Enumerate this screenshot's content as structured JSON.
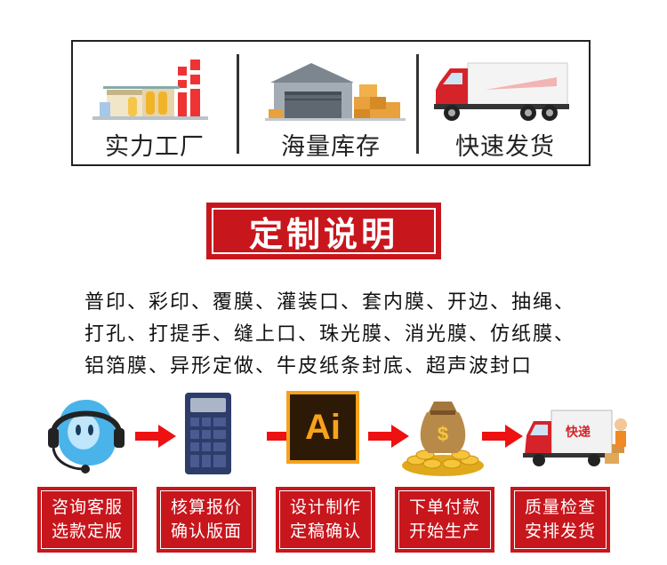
{
  "features": [
    {
      "label": "实力工厂",
      "icon": "factory-icon"
    },
    {
      "label": "海量库存",
      "icon": "warehouse-icon"
    },
    {
      "label": "快速发货",
      "icon": "truck-icon"
    }
  ],
  "banner": {
    "title": "定制说明"
  },
  "description": {
    "lines": [
      "普印、彩印、覆膜、灌装口、套内膜、开边、抽绳、",
      "打孔、打提手、缝上口、珠光膜、消光膜、仿纸膜、",
      "铝箔膜、异形定做、牛皮纸条封底、超声波封口"
    ]
  },
  "process": {
    "steps": [
      {
        "icon": "customer-service-icon",
        "line1": "咨询客服",
        "line2": "选款定版"
      },
      {
        "icon": "calculator-icon",
        "line1": "核算报价",
        "line2": "确认版面"
      },
      {
        "icon": "illustrator-icon",
        "icon_text": "Ai",
        "line1": "设计制作",
        "line2": "定稿确认"
      },
      {
        "icon": "money-bag-icon",
        "line1": "下单付款",
        "line2": "开始生产"
      },
      {
        "icon": "delivery-truck-icon",
        "truck_text": "快递",
        "line1": "质量检查",
        "line2": "安排发货"
      }
    ]
  },
  "colors": {
    "accent": "#c8161d",
    "border": "#222222",
    "ai_bg": "#2d1a06",
    "ai_fg": "#f7a21b"
  }
}
